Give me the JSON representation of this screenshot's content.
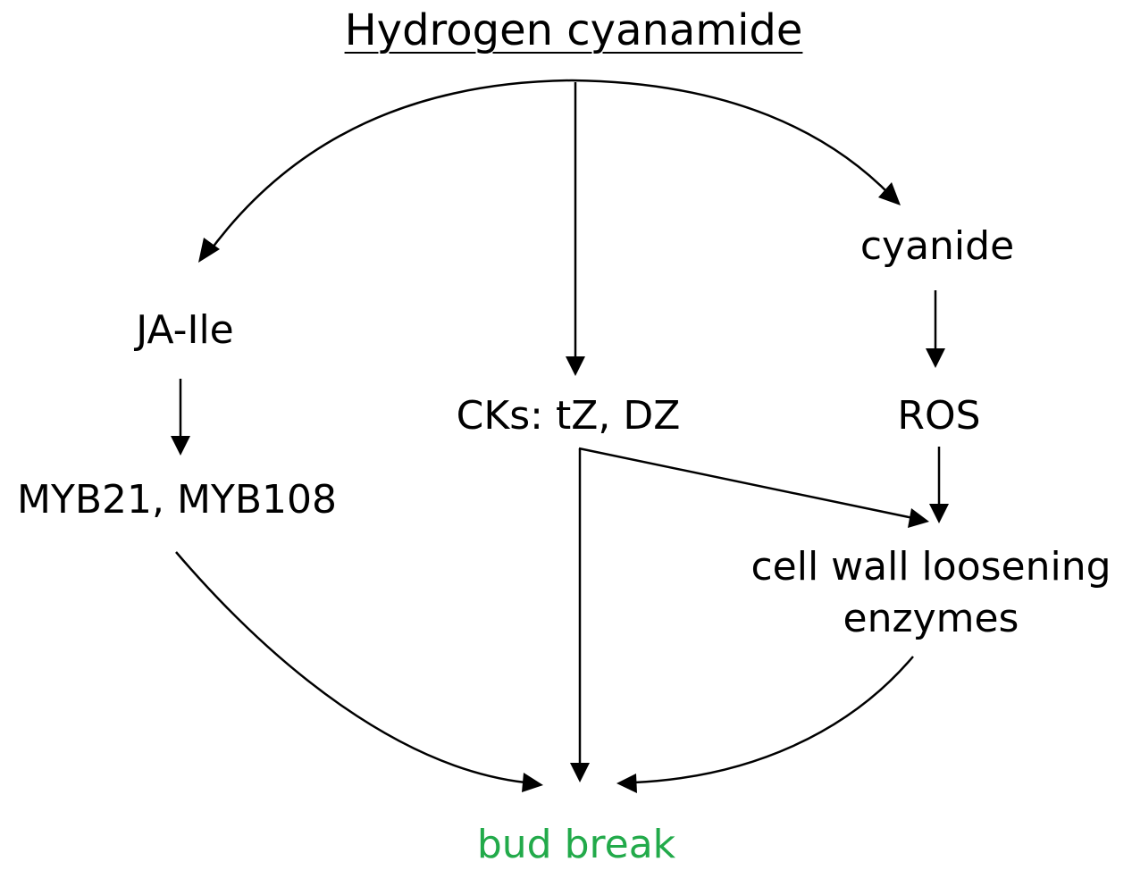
{
  "title": "Hydrogen cyanamide",
  "nodes": {
    "cyanide": "cyanide",
    "ja_ile": "JA-Ile",
    "cks": "CKs: tZ, DZ",
    "ros": "ROS",
    "myb": "MYB21, MYB108",
    "cell_wall_line1": "cell wall loosening",
    "cell_wall_line2": "enzymes",
    "bud_break": "bud break"
  },
  "colors": {
    "text": "#000000",
    "outcome": "#22aa4a",
    "arrow": "#000000",
    "background": "#ffffff"
  },
  "edges": [
    {
      "from": "Hydrogen cyanamide",
      "to": "JA-Ile"
    },
    {
      "from": "Hydrogen cyanamide",
      "to": "CKs: tZ, DZ"
    },
    {
      "from": "Hydrogen cyanamide",
      "to": "cyanide"
    },
    {
      "from": "JA-Ile",
      "to": "MYB21, MYB108"
    },
    {
      "from": "cyanide",
      "to": "ROS"
    },
    {
      "from": "ROS",
      "to": "cell wall loosening enzymes"
    },
    {
      "from": "CKs: tZ, DZ",
      "to": "cell wall loosening enzymes"
    },
    {
      "from": "CKs: tZ, DZ",
      "to": "bud break"
    },
    {
      "from": "MYB21, MYB108",
      "to": "bud break"
    },
    {
      "from": "cell wall loosening enzymes",
      "to": "bud break"
    }
  ]
}
